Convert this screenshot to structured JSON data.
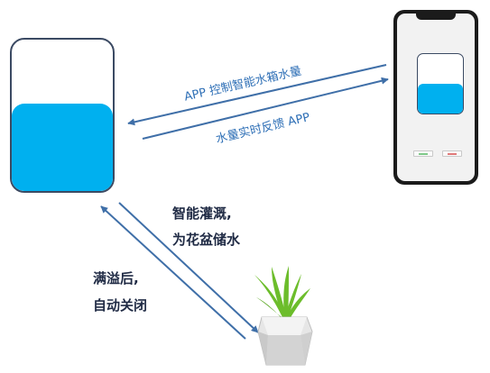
{
  "labels": {
    "app_control": "APP 控制智能水箱水量",
    "feedback": "水量实时反馈 APP",
    "irrigation_line1": "智能灌溉,",
    "irrigation_line2": "为花盆储水",
    "overflow_line1": "满溢后,",
    "overflow_line2": "自动关闭"
  },
  "tank": {
    "water_level_fraction": 0.58
  },
  "phone_tank": {
    "water_level_fraction": 0.5
  },
  "phone_buttons": [
    {
      "name": "phone-button-on",
      "accent": "#7fc98a"
    },
    {
      "name": "phone-button-off",
      "accent": "#e07a7a"
    }
  ],
  "colors": {
    "water": "#00b0ef",
    "arrow": "#3f6fa8",
    "label_blue": "#2e6fb6",
    "label_dark": "#1f2a44",
    "plant": "#6cbd2b",
    "pot": "#d9d9d9"
  }
}
